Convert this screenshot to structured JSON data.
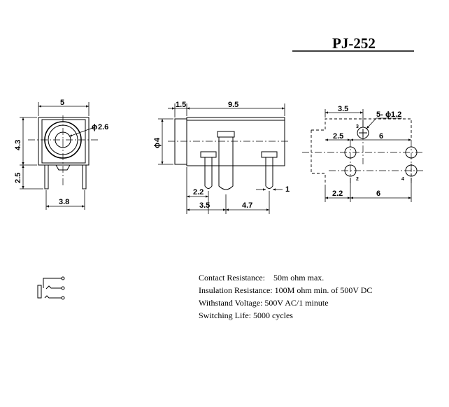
{
  "title": "PJ-252",
  "front_view": {
    "width": "5",
    "height": "4.3",
    "pin_height": "2.5",
    "pin_spacing": "3.8",
    "hole_dia": "2.6",
    "phi": "ϕ"
  },
  "side_view": {
    "flange": "1.5",
    "length": "9.5",
    "dia": "4",
    "phi": "ϕ",
    "pin_offset": "2.2",
    "pin_width": "1",
    "spacing_a": "3.5",
    "spacing_b": "4.7"
  },
  "pcb_view": {
    "top_width": "3.5",
    "holes": "5-",
    "hole_dia": "1.2",
    "phi": "ϕ",
    "offset": "2.5",
    "row_spacing_top": "6",
    "bottom_offset": "2.2",
    "row_spacing_bottom": "6",
    "pins": {
      "p2": "2",
      "p3": "3",
      "p4": "4"
    }
  },
  "specs": [
    "Contact Resistance:    50m ohm max.",
    "Insulation Resistance: 100M ohm min. of 500V DC",
    "Withstand Voltage: 500V AC/1 minute",
    "Switching Life: 5000 cycles"
  ]
}
